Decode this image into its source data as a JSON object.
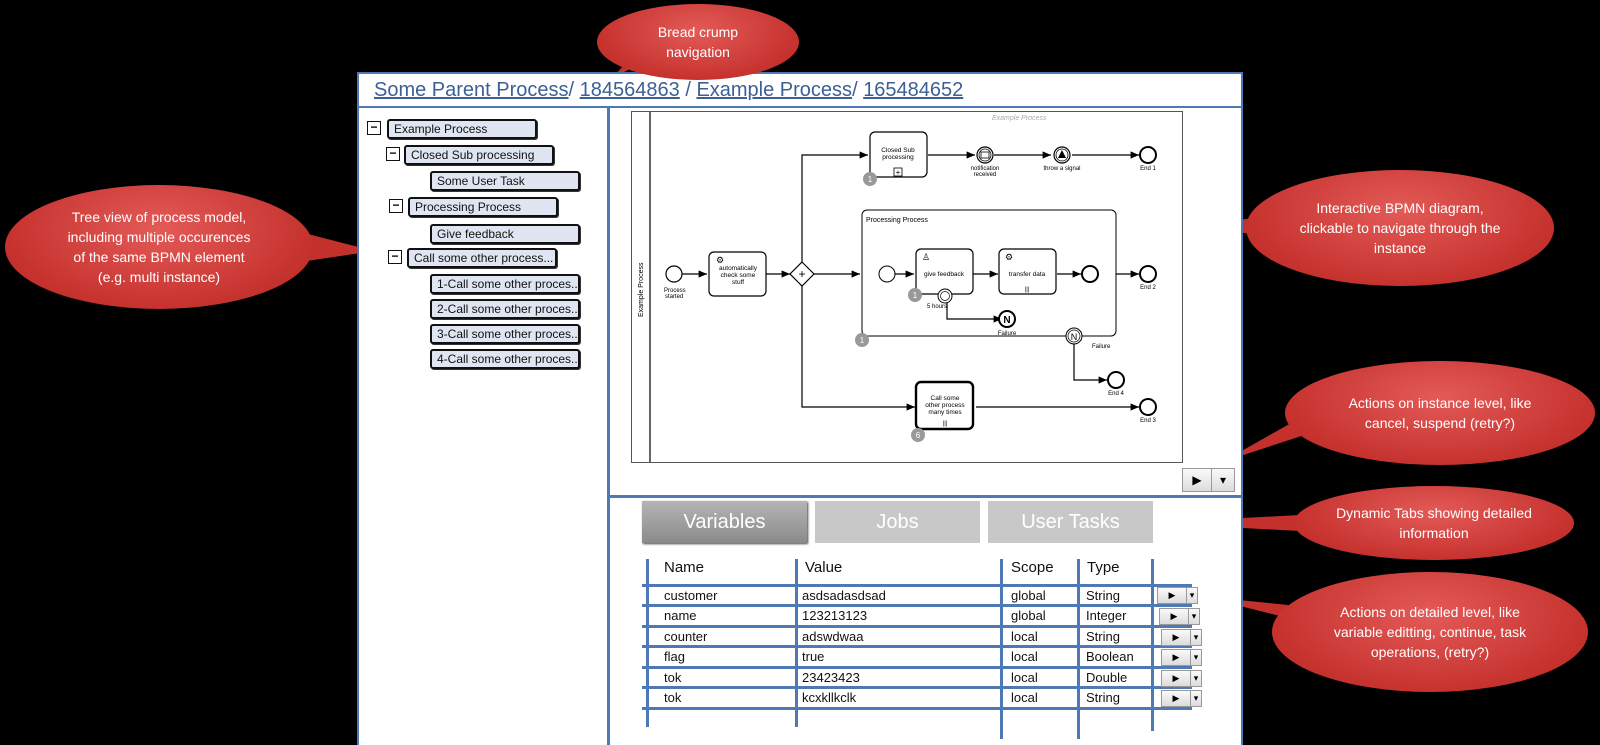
{
  "breadcrumb": {
    "items": [
      "Some Parent Process",
      "184564863",
      "Example Process",
      "165484652"
    ],
    "separators": [
      "/ ",
      " / ",
      "/ "
    ]
  },
  "tree": [
    {
      "label": "Example Process",
      "toggle": "−"
    },
    {
      "label": "Closed Sub processing",
      "toggle": "−"
    },
    {
      "label": "Some User Task"
    },
    {
      "label": "Processing Process",
      "toggle": "−"
    },
    {
      "label": "Give feedback"
    },
    {
      "label": "Call some other process...",
      "toggle": "−"
    },
    {
      "label": "1-Call some other proces..."
    },
    {
      "label": "2-Call some other proces..."
    },
    {
      "label": "3-Call some other proces..."
    },
    {
      "label": "4-Call some other proces..."
    }
  ],
  "diagram": {
    "watermark": "Example Process",
    "pool_label": "Example Process",
    "start_label": [
      "Process",
      "started"
    ],
    "task_check": [
      "automatically",
      "check some",
      "stuff"
    ],
    "subprocess_closed": [
      "Closed Sub",
      "processing"
    ],
    "notification": [
      "notification",
      "received"
    ],
    "throw_signal": "throw a signal",
    "end1": "End 1",
    "processing_title": "Processing Process",
    "give_feedback": "give feedback",
    "transfer_data": "transfer data",
    "timer_label": "5 hours",
    "failure_inner": "Failure",
    "failure_outer": "Failure",
    "end2": "End 2",
    "end4": "End 4",
    "call_other": [
      "Call some",
      "other process",
      "many times"
    ],
    "end3": "End 3",
    "badges": {
      "closed_sub": "1",
      "give_feedback": "1",
      "processing": "1",
      "call_other": "6"
    }
  },
  "instance_actions": {
    "play_icon": "▶",
    "dropdown_icon": "▾"
  },
  "tabs": [
    {
      "label": "Variables",
      "active": true
    },
    {
      "label": "Jobs",
      "active": false
    },
    {
      "label": "User Tasks",
      "active": false
    }
  ],
  "variables_table": {
    "columns": [
      "Name",
      "Value",
      "Scope",
      "Type"
    ],
    "rows": [
      {
        "name": "customer",
        "value": "asdsadasdsad",
        "scope": "global",
        "type": "String"
      },
      {
        "name": "name",
        "value": "123213123",
        "scope": "global",
        "type": "Integer"
      },
      {
        "name": "counter",
        "value": "adswdwaa",
        "scope": "local",
        "type": "String"
      },
      {
        "name": "flag",
        "value": "true",
        "scope": "local",
        "type": "Boolean"
      },
      {
        "name": "tok",
        "value": "23423423",
        "scope": "local",
        "type": "Double"
      },
      {
        "name": "tok",
        "value": "kcxkllkclk",
        "scope": "local",
        "type": "String"
      }
    ]
  },
  "callouts": {
    "breadcrumb": "Bread crump navigation",
    "tree": "Tree view of process model, including multiple occurences of the same BPMN element (e.g. multi instance)",
    "diagram": "Interactive BPMN diagram, clickable to navigate through the instance",
    "instance_actions": "Actions on instance level, like cancel, suspend (retry?)",
    "tabs": "Dynamic Tabs showing detailed information",
    "detail_actions": "Actions on detailed level, like variable editting, continue, task operations,  (retry?)"
  },
  "colors": {
    "frame": "#4f79b4",
    "callout": "#c4302c",
    "tree_node": "#dfe6f2",
    "tab": "#c8c8c8"
  }
}
